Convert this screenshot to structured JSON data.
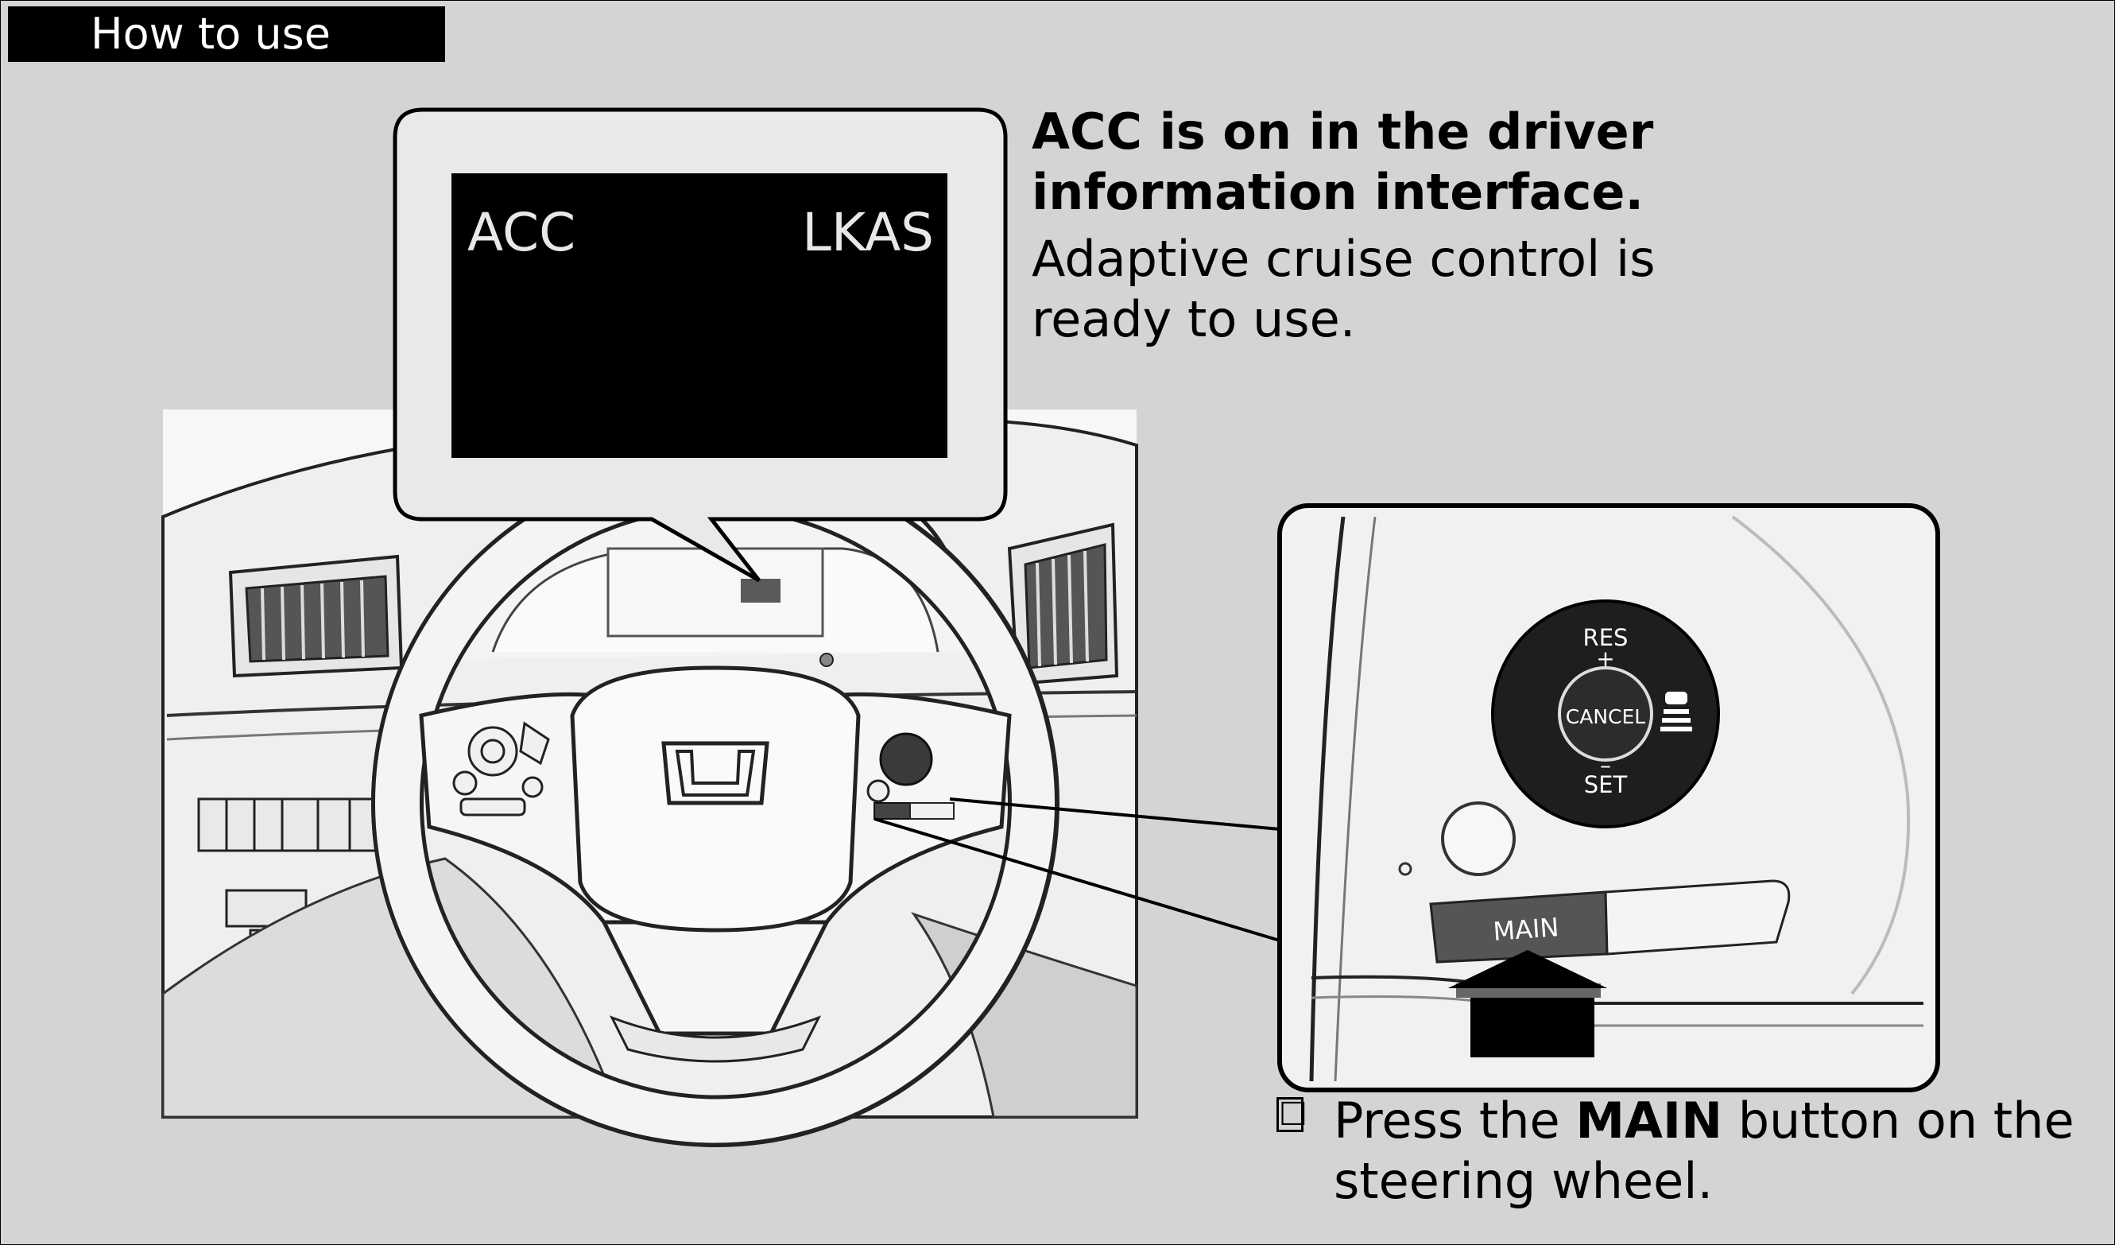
{
  "header": {
    "label": "How to use"
  },
  "display": {
    "left_indicator": "ACC",
    "right_indicator": "LKAS"
  },
  "callout": {
    "title": "ACC is on in the driver information interface.",
    "description": "Adaptive cruise control is ready to use."
  },
  "controls": {
    "res_label": "RES",
    "plus_symbol": "+",
    "cancel_label": "CANCEL",
    "minus_symbol": "–",
    "set_label": "SET",
    "main_label": "MAIN",
    "distance_icon": "vehicle-distance-icon"
  },
  "instruction": {
    "bullet_icon": "checkbox-icon",
    "bullet_glyph": "☐",
    "before": "Press the ",
    "bold": "MAIN",
    "after": " button on the steering wheel."
  },
  "colors": {
    "background": "#d4d4d6",
    "ink": "#000000",
    "panel": "#f2f2f2"
  }
}
